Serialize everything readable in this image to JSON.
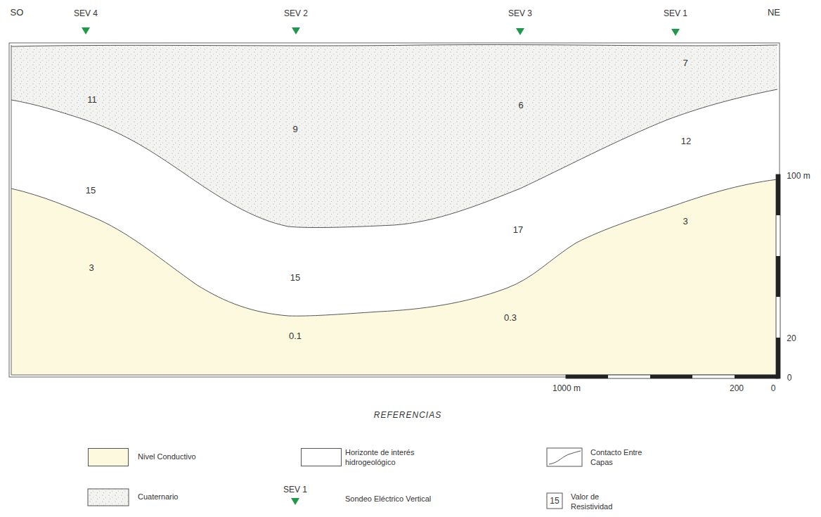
{
  "diagram": {
    "labels": [
      "SO",
      "SEV 4",
      "SEV 2",
      "SEV 3",
      "SEV 1",
      "NE",
      "7",
      "11",
      "9",
      "6",
      "12",
      "15",
      "17",
      "3",
      "3",
      "15",
      "0.3",
      "0.1",
      "100 m",
      "20",
      "0",
      "1000 m",
      "200",
      "0",
      "REFERENCIAS",
      "SEV 1",
      "15"
    ],
    "legend": [
      {
        "text": "Nivel Conductivo",
        "color": "#fcf9df"
      },
      {
        "text": "Horizonte de interés hidrogeológico",
        "color": "#ffffff"
      },
      {
        "text": "Contacto Entre Capas"
      },
      {
        "text": "Cuaternario"
      },
      {
        "text": "Sondeo Eléctrico Vertical"
      },
      {
        "text": "Valor de Resistividad"
      }
    ]
  }
}
